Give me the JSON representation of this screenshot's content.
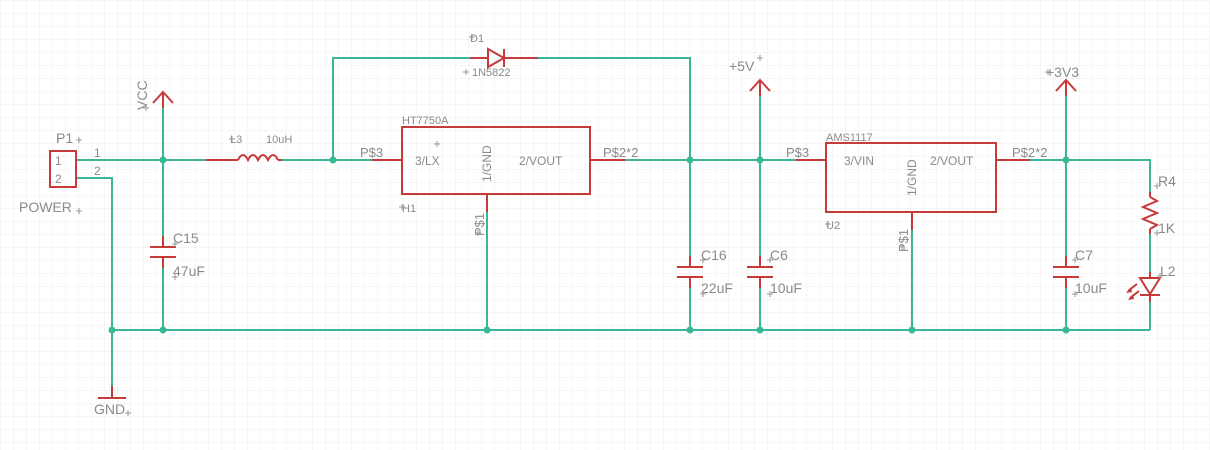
{
  "connector": {
    "ref": "P1",
    "name": "POWER",
    "pins": [
      "1",
      "2"
    ]
  },
  "power_symbols": {
    "vcc": "VCC",
    "v5": "+5V",
    "v3v3": "+3V3",
    "gnd": "GND"
  },
  "inductor": {
    "ref": "L3",
    "value": "10uH"
  },
  "diode": {
    "ref": "D1",
    "value": "1N5822"
  },
  "regulator1": {
    "part": "HT7750A",
    "ref": "H1",
    "pin_in": "3/LX",
    "pin_gnd": "1/GND",
    "pin_out": "2/VOUT",
    "net_in": "P$3",
    "net_out": "P$2*2",
    "net_gnd": "P$1"
  },
  "regulator2": {
    "part": "AMS1117",
    "ref": "U2",
    "pin_in": "3/VIN",
    "pin_gnd": "1/GND",
    "pin_out": "2/VOUT",
    "net_in": "P$3",
    "net_out": "P$2*2",
    "net_gnd": "P$1"
  },
  "capacitors": {
    "c15": {
      "ref": "C15",
      "value": "47uF"
    },
    "c16": {
      "ref": "C16",
      "value": "22uF"
    },
    "c6": {
      "ref": "C6",
      "value": "10uF"
    },
    "c7": {
      "ref": "C7",
      "value": "10uF"
    }
  },
  "resistor": {
    "ref": "R4",
    "value": "1K"
  },
  "led": {
    "ref": "L2"
  },
  "colors": {
    "wire": "#3ab796",
    "part": "#c63a3a",
    "label": "#8a8a8a",
    "grid": "#e6e6e6"
  }
}
